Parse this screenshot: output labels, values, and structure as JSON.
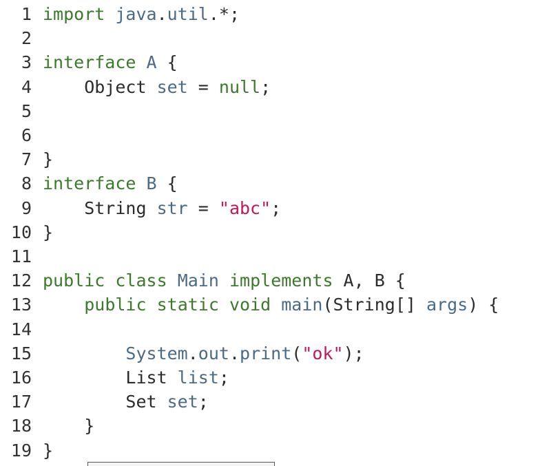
{
  "colors": {
    "keyword": "#3a7a2a",
    "identifier": "#4a6a8a",
    "string": "#c2185b",
    "plain": "#2b2b2b"
  },
  "lines": [
    {
      "num": "1",
      "tokens": [
        {
          "t": "import",
          "c": "kw"
        },
        {
          "t": " ",
          "c": "pl"
        },
        {
          "t": "java",
          "c": "id"
        },
        {
          "t": ".",
          "c": "pl"
        },
        {
          "t": "util",
          "c": "id"
        },
        {
          "t": ".*;",
          "c": "pl"
        }
      ]
    },
    {
      "num": "2",
      "tokens": []
    },
    {
      "num": "3",
      "tokens": [
        {
          "t": "interface",
          "c": "kw"
        },
        {
          "t": " ",
          "c": "pl"
        },
        {
          "t": "A",
          "c": "id"
        },
        {
          "t": " {",
          "c": "pl"
        }
      ]
    },
    {
      "num": "4",
      "tokens": [
        {
          "t": "    Object ",
          "c": "pl"
        },
        {
          "t": "set",
          "c": "id"
        },
        {
          "t": " = ",
          "c": "pl"
        },
        {
          "t": "null",
          "c": "kw"
        },
        {
          "t": ";",
          "c": "pl"
        }
      ]
    },
    {
      "num": "5",
      "tokens": []
    },
    {
      "num": "6",
      "tokens": []
    },
    {
      "num": "7",
      "tokens": [
        {
          "t": "}",
          "c": "pl"
        }
      ]
    },
    {
      "num": "8",
      "tokens": [
        {
          "t": "interface",
          "c": "kw"
        },
        {
          "t": " ",
          "c": "pl"
        },
        {
          "t": "B",
          "c": "id"
        },
        {
          "t": " {",
          "c": "pl"
        }
      ]
    },
    {
      "num": "9",
      "tokens": [
        {
          "t": "    String ",
          "c": "pl"
        },
        {
          "t": "str",
          "c": "id"
        },
        {
          "t": " = ",
          "c": "pl"
        },
        {
          "t": "\"abc\"",
          "c": "str"
        },
        {
          "t": ";",
          "c": "pl"
        }
      ]
    },
    {
      "num": "10",
      "tokens": [
        {
          "t": "}",
          "c": "pl"
        }
      ]
    },
    {
      "num": "11",
      "tokens": []
    },
    {
      "num": "12",
      "tokens": [
        {
          "t": "public",
          "c": "kw"
        },
        {
          "t": " ",
          "c": "pl"
        },
        {
          "t": "class",
          "c": "kw"
        },
        {
          "t": " ",
          "c": "pl"
        },
        {
          "t": "Main",
          "c": "id"
        },
        {
          "t": " ",
          "c": "pl"
        },
        {
          "t": "implements",
          "c": "kw"
        },
        {
          "t": " A, B {",
          "c": "pl"
        }
      ]
    },
    {
      "num": "13",
      "tokens": [
        {
          "t": "    ",
          "c": "pl"
        },
        {
          "t": "public",
          "c": "kw"
        },
        {
          "t": " ",
          "c": "pl"
        },
        {
          "t": "static",
          "c": "kw"
        },
        {
          "t": " ",
          "c": "pl"
        },
        {
          "t": "void",
          "c": "kw"
        },
        {
          "t": " ",
          "c": "pl"
        },
        {
          "t": "main",
          "c": "id"
        },
        {
          "t": "(String[] ",
          "c": "pl"
        },
        {
          "t": "args",
          "c": "id"
        },
        {
          "t": ") {",
          "c": "pl"
        }
      ]
    },
    {
      "num": "14",
      "tokens": []
    },
    {
      "num": "15",
      "tokens": [
        {
          "t": "        ",
          "c": "pl"
        },
        {
          "t": "System",
          "c": "id"
        },
        {
          "t": ".",
          "c": "pl"
        },
        {
          "t": "out",
          "c": "id"
        },
        {
          "t": ".",
          "c": "pl"
        },
        {
          "t": "print",
          "c": "id"
        },
        {
          "t": "(",
          "c": "pl"
        },
        {
          "t": "\"ok\"",
          "c": "str"
        },
        {
          "t": ");",
          "c": "pl"
        }
      ]
    },
    {
      "num": "16",
      "tokens": [
        {
          "t": "        List ",
          "c": "pl"
        },
        {
          "t": "list",
          "c": "id"
        },
        {
          "t": ";",
          "c": "pl"
        }
      ]
    },
    {
      "num": "17",
      "tokens": [
        {
          "t": "        Set ",
          "c": "pl"
        },
        {
          "t": "set",
          "c": "id"
        },
        {
          "t": ";",
          "c": "pl"
        }
      ]
    },
    {
      "num": "18",
      "tokens": [
        {
          "t": "    }",
          "c": "pl"
        }
      ]
    },
    {
      "num": "19",
      "tokens": [
        {
          "t": "}",
          "c": "pl"
        }
      ]
    }
  ]
}
